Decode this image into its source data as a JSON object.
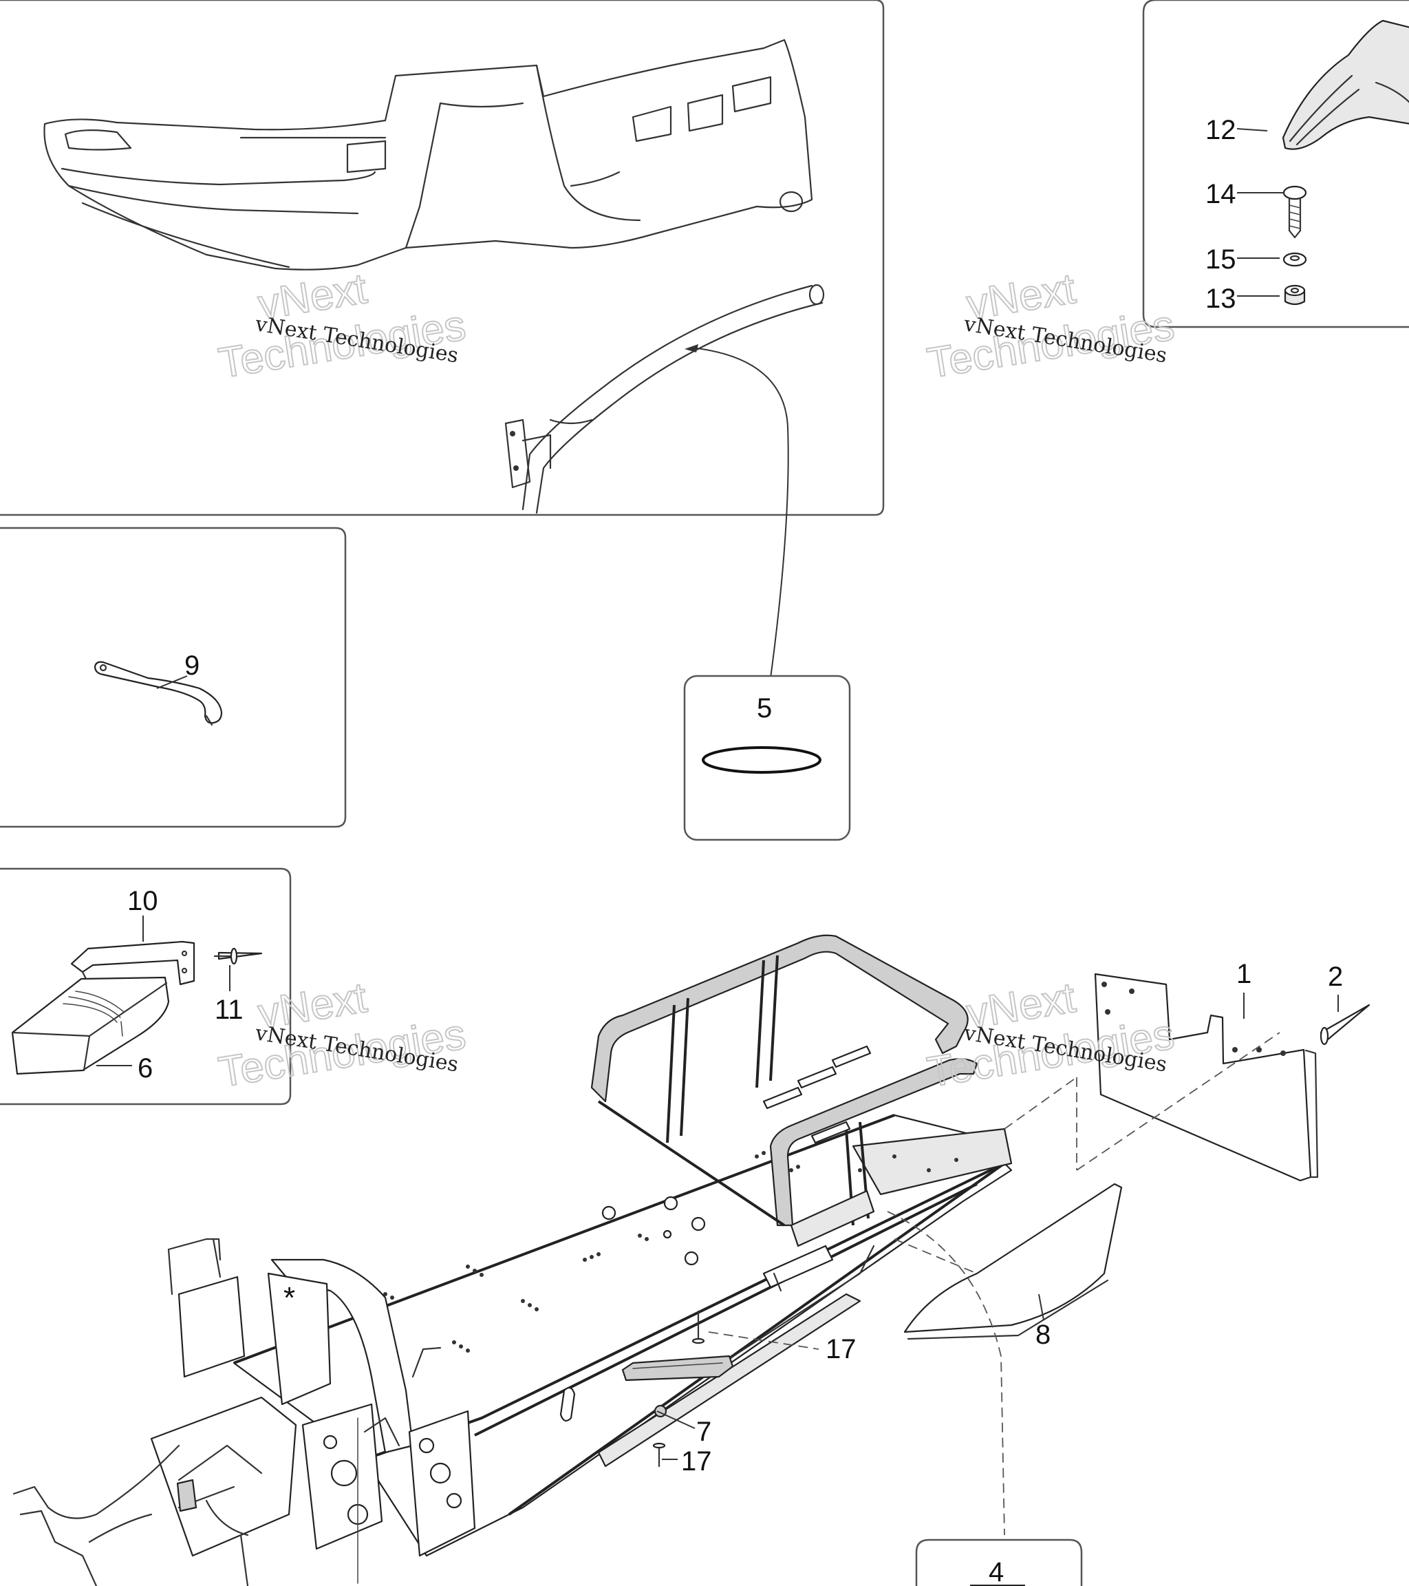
{
  "callouts": {
    "c1": "1",
    "c2": "2",
    "c4": "4",
    "c5": "5",
    "c6": "6",
    "c7": "7",
    "c8": "8",
    "c9": "9",
    "c10": "10",
    "c11": "11",
    "c12": "12",
    "c13": "13",
    "c14": "14",
    "c15": "15",
    "c17a": "17",
    "c17b": "17"
  },
  "watermark": {
    "line_small": "vNext Technologies",
    "line_big_1": "vNext",
    "line_big_2": "Technologies"
  },
  "marker": "*"
}
